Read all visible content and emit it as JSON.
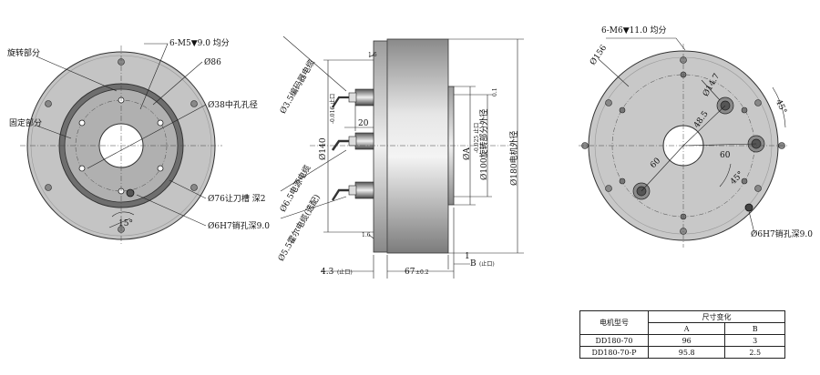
{
  "left_view": {
    "rotating_part": "旋转部分",
    "holes_note": "6-M5▼9.0 均分",
    "dia_86": "Ø86",
    "fixed_part": "固定部分",
    "center_hole": "Ø38中孔孔径",
    "relief_groove": "Ø76让刀槽 深2",
    "angle_15": "15°",
    "pin_hole": "Ø6H7销孔深9.0"
  },
  "middle_view": {
    "cable_encoder": "Ø3.5编码器电缆",
    "dim_1_6_top": "1.6",
    "dim_20": "20",
    "dim_140": "Ø140",
    "dim_140_tol": "-0.016 止口",
    "cable_power": "Ø6.5电源电缆",
    "cable_hall": "Ø5.5霍尔电缆(选配)",
    "dim_A": "ØA",
    "dim_A_tol": "-0.025 止口",
    "dim_A_note": "0.1",
    "dim_100": "Ø100旋转部分外径",
    "dim_180": "Ø180电机外径",
    "dim_1_6_bottom": "1.6",
    "dim_1": "1",
    "dim_4_3": "4.3",
    "dim_4_3_note": "(止口)",
    "dim_67": "67",
    "dim_67_tol": "±0.2",
    "dim_B": "B",
    "dim_B_note": "(止口)"
  },
  "right_view": {
    "holes_note": "6-M6▼11.0 均分",
    "dia_156": "Ø156",
    "dia_14_7": "Ø14.7",
    "dim_48_5": "48.5",
    "angle_45_top": "45°",
    "dim_60_left": "60",
    "dim_60_right": "60",
    "angle_45_mid": "45°",
    "pin_hole": "Ø6H7销孔深9.0"
  },
  "spec_table": {
    "col_model": "电机型号",
    "col_dims": "尺寸变化",
    "col_a": "A",
    "col_b": "B",
    "rows": [
      {
        "model": "DD180-70",
        "a": "96",
        "b": "3"
      },
      {
        "model": "DD180-70-P",
        "a": "95.8",
        "b": "2.5"
      }
    ]
  },
  "colors": {
    "body_gray": "#b9b9b9",
    "dark_ring": "#7a7a7a",
    "line": "#222222"
  }
}
